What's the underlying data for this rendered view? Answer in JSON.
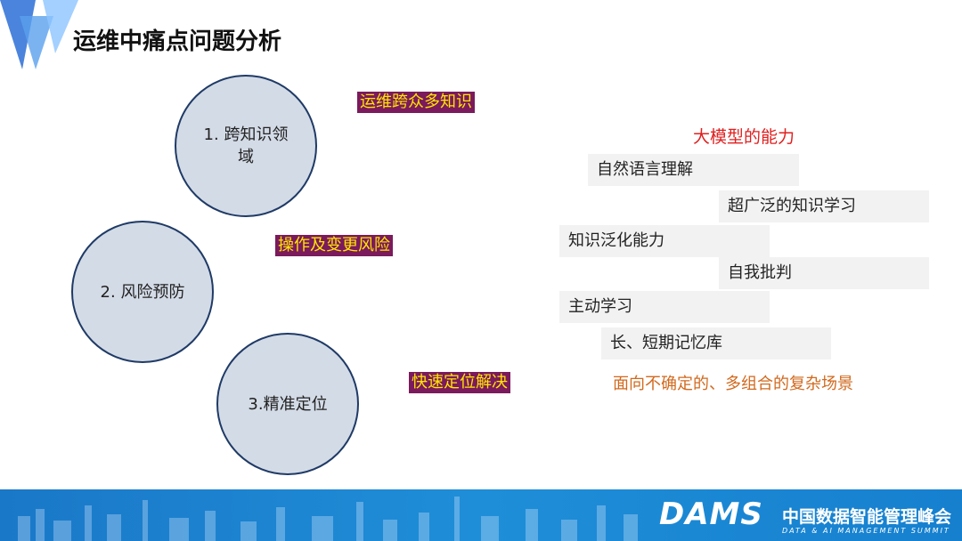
{
  "title": "运维中痛点问题分析",
  "pain_points": [
    {
      "label": "1.  跨知识领域"
    },
    {
      "label": "2.  风险预防"
    },
    {
      "label": "3.精准定位"
    }
  ],
  "tags": [
    {
      "label": "运维跨众多知识"
    },
    {
      "label": "操作及变更风险"
    },
    {
      "label": "快速定位解决"
    }
  ],
  "llm_capabilities": {
    "title": "大模型的能力",
    "items": [
      "自然语言理解",
      "超广泛的知识学习",
      "知识泛化能力",
      "自我批判",
      "主动学习",
      "长、短期记忆库"
    ]
  },
  "scenario": "面向不确定的、多组合的复杂场景",
  "footer": {
    "brand": "DAMS",
    "brand_cn": "中国数据智能管理峰会",
    "brand_en": "DATA & AI MANAGEMENT SUMMIT"
  },
  "colors": {
    "tag_bg": "#7b1a5c",
    "tag_text": "#ffe500",
    "llm_title": "#e02020",
    "scenario": "#d2691e",
    "footer": "#1a78c8"
  }
}
